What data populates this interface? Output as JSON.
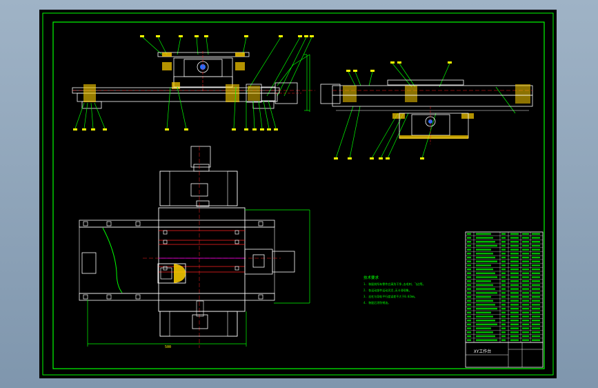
{
  "colors": {
    "background": "#000000",
    "frame": "#00ff00",
    "part_white": "#ffffff",
    "hatch_yellow": "#ffd000",
    "red_line": "#ff2020",
    "leader_green": "#00ff00",
    "magenta": "#ff00ff",
    "outer_chrome": "#8fa5ba"
  },
  "drawing": {
    "views": [
      "front-view",
      "side-view",
      "top-view"
    ],
    "title_block": {
      "label": "XY工作台"
    },
    "notes": {
      "heading": "技术要求",
      "lines": [
        "1. 装配前所有零件应清洗干净,去毛刺、飞边等。",
        "2. 各运动部件运动灵活,无卡滞现象。",
        "3. 丝杠与导轨平行度误差不大于0.02mm。",
        "4. 装配后涂防锈油。"
      ]
    },
    "dimension_text": "500"
  }
}
